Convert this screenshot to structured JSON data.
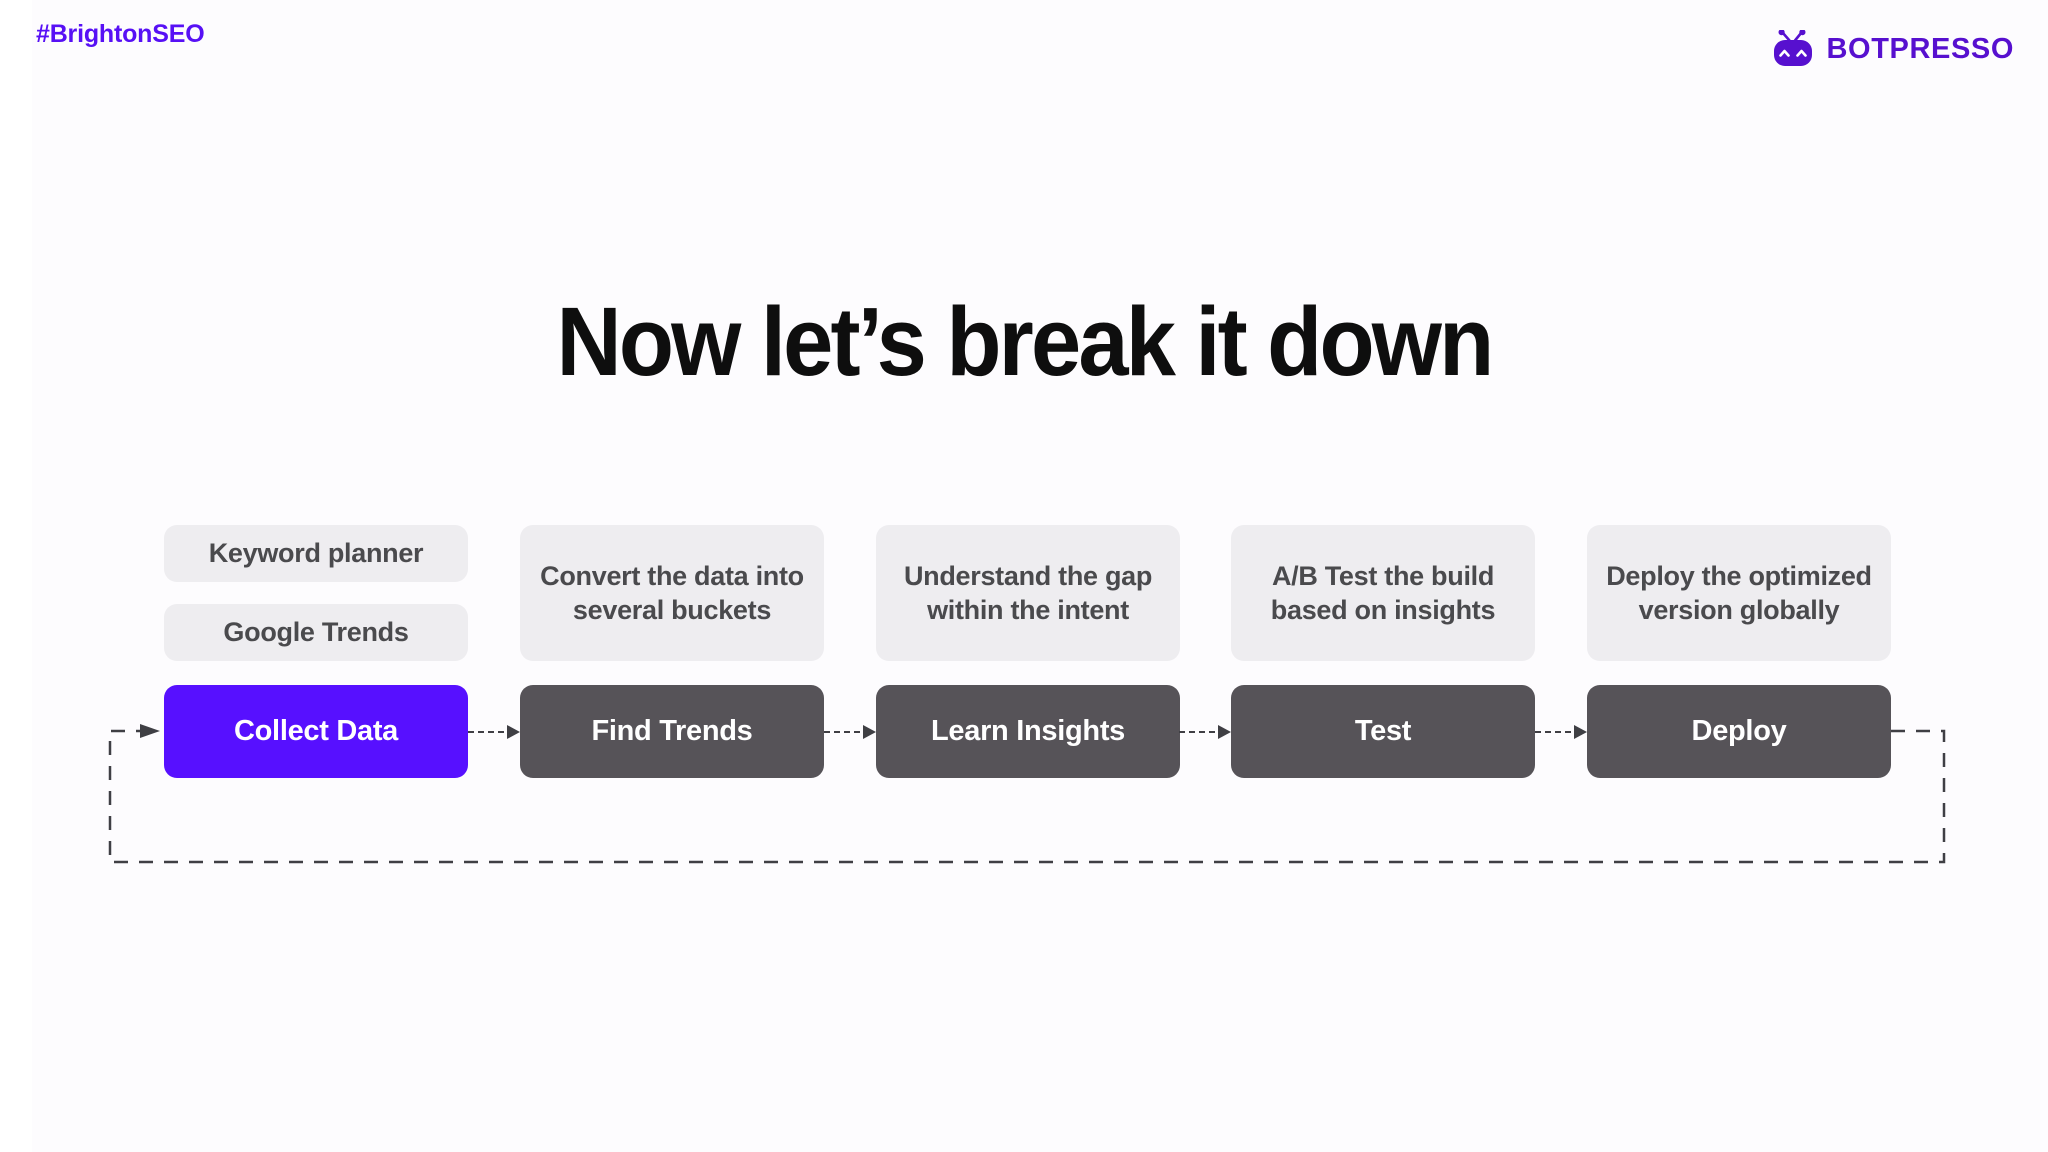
{
  "header": {
    "hashtag": "#BrightonSEO",
    "brand": "BOTPRESSO",
    "logo_icon": "botpresso-robot-icon",
    "brand_color": "#5710cf",
    "hashtag_color": "#5710f5"
  },
  "title": "Now let’s break it down",
  "diagram": {
    "type": "process-flow",
    "accent_color": "#5710ff",
    "step_color": "#565358",
    "detail_color": "#eeedf0",
    "feedback_loop": true,
    "columns": [
      {
        "step": "Collect Data",
        "highlighted": true,
        "details": [
          "Keyword planner",
          "Google Trends"
        ]
      },
      {
        "step": "Find Trends",
        "highlighted": false,
        "details": [
          "Convert the data into several buckets"
        ]
      },
      {
        "step": "Learn Insights",
        "highlighted": false,
        "details": [
          "Understand the gap within the intent"
        ]
      },
      {
        "step": "Test",
        "highlighted": false,
        "details": [
          "A/B Test the build based on insights"
        ]
      },
      {
        "step": "Deploy",
        "highlighted": false,
        "details": [
          "Deploy the optimized version globally"
        ]
      }
    ]
  }
}
